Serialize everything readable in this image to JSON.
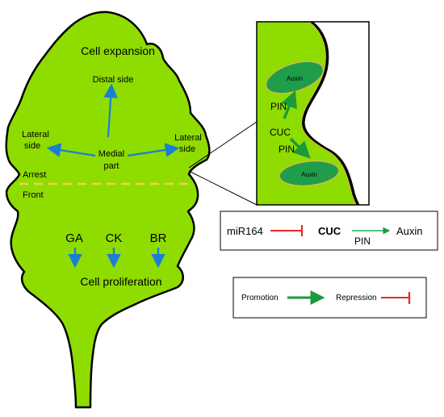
{
  "colors": {
    "leaf_fill": "#8fdc00",
    "leaf_stroke": "#000000",
    "auxin_fill": "#1e9e4a",
    "auxin_stroke": "#d6b84a",
    "blue_arrow": "#1a7fd4",
    "green_arrow": "#1a9a3a",
    "red_repression": "#e8262a",
    "front_line": "#f2d24a",
    "inset_sky": "#ffffff"
  },
  "leaf": {
    "cell_expansion": "Cell expansion",
    "distal_side": "Distal side",
    "lateral_left_1": "Lateral",
    "lateral_left_2": "side",
    "lateral_right_1": "Lateral",
    "lateral_right_2": "side",
    "medial_1": "Medial",
    "medial_2": "part",
    "arrest": "Arrest",
    "front": "Front",
    "hormones": [
      "GA",
      "CK",
      "BR"
    ],
    "cell_proliferation": "Cell proliferation"
  },
  "inset": {
    "auxin_top": "Auxin",
    "auxin_bottom": "Auxin",
    "pin_top": "PIN",
    "cuc": "CUC",
    "pin_bottom": "PIN"
  },
  "pathway": {
    "mir164": "miR164",
    "cuc": "CUC",
    "pin": "PIN",
    "auxin": "Auxin"
  },
  "legend": {
    "promotion": "Promotion",
    "repression": "Repression"
  }
}
